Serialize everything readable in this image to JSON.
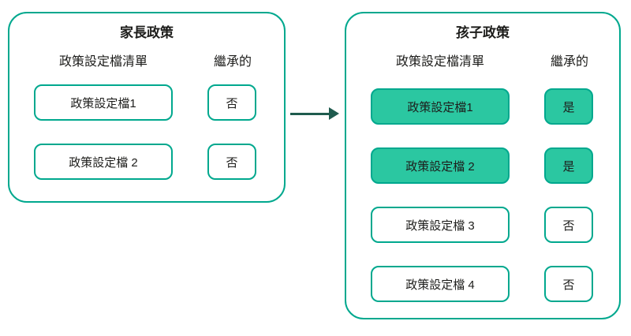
{
  "colors": {
    "accent": "#00A88E",
    "fill": "#2BC7A1",
    "arrow": "#1F5B4E",
    "text": "#1D1D1B"
  },
  "arrow": {
    "direction": "right"
  },
  "parent_panel": {
    "title": "家長政策",
    "col_profiles": "政策設定檔清單",
    "col_inherited": "繼承的",
    "rows": [
      {
        "profile": "政策設定檔1",
        "inherited": "否",
        "highlighted": false
      },
      {
        "profile": "政策設定檔 2",
        "inherited": "否",
        "highlighted": false
      }
    ]
  },
  "child_panel": {
    "title": "孩子政策",
    "col_profiles": "政策設定檔清單",
    "col_inherited": "繼承的",
    "rows": [
      {
        "profile": "政策設定檔1",
        "inherited": "是",
        "highlighted": true
      },
      {
        "profile": "政策設定檔 2",
        "inherited": "是",
        "highlighted": true
      },
      {
        "profile": "政策設定檔 3",
        "inherited": "否",
        "highlighted": false
      },
      {
        "profile": "政策設定檔 4",
        "inherited": "否",
        "highlighted": false
      }
    ]
  }
}
